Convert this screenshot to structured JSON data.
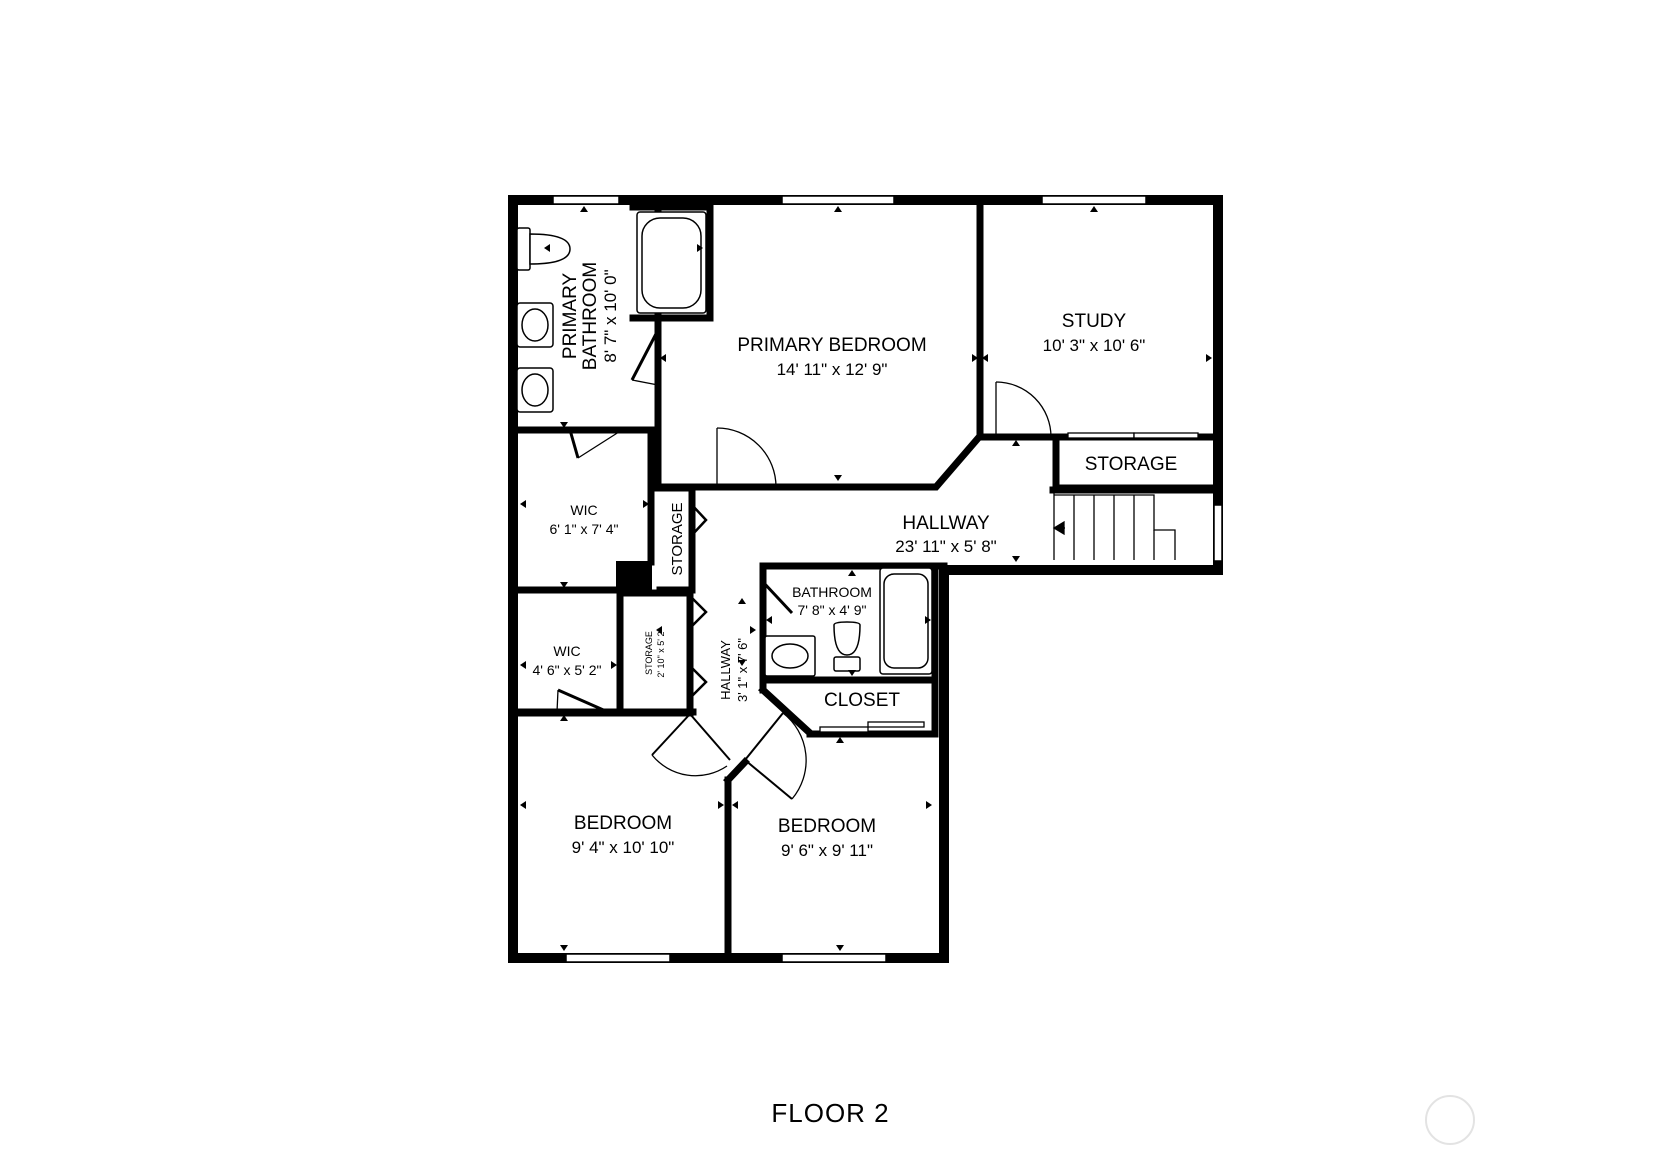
{
  "floor_label": "FLOOR 2",
  "rooms": {
    "primary_bathroom": {
      "name_line1": "PRIMARY",
      "name_line2": "BATHROOM",
      "dims": "8' 7\" x 10' 0\""
    },
    "primary_bedroom": {
      "name": "PRIMARY BEDROOM",
      "dims": "14' 11\" x 12' 9\""
    },
    "study": {
      "name": "STUDY",
      "dims": "10' 3\" x 10' 6\""
    },
    "storage_upper": {
      "name": "STORAGE"
    },
    "wic_upper": {
      "name": "WIC",
      "dims": "6' 1\" x 7' 4\""
    },
    "storage_vertical": {
      "name": "STORAGE"
    },
    "hallway_main": {
      "name": "HALLWAY",
      "dims": "23' 11\" x 5' 8\""
    },
    "bathroom": {
      "name": "BATHROOM",
      "dims": "7' 8\" x 4' 9\""
    },
    "wic_lower": {
      "name": "WIC",
      "dims": "4' 6\" x 5' 2\""
    },
    "storage_small": {
      "name": "STORAGE",
      "dims": "2' 10\" x 5' 2\""
    },
    "hallway_small": {
      "name": "HALLWAY",
      "dims": "3' 1\" x 7' 6\""
    },
    "closet": {
      "name": "CLOSET"
    },
    "bedroom_left": {
      "name": "BEDROOM",
      "dims": "9' 4\" x 10' 10\""
    },
    "bedroom_right": {
      "name": "BEDROOM",
      "dims": "9' 6\" x 9' 11\""
    }
  }
}
